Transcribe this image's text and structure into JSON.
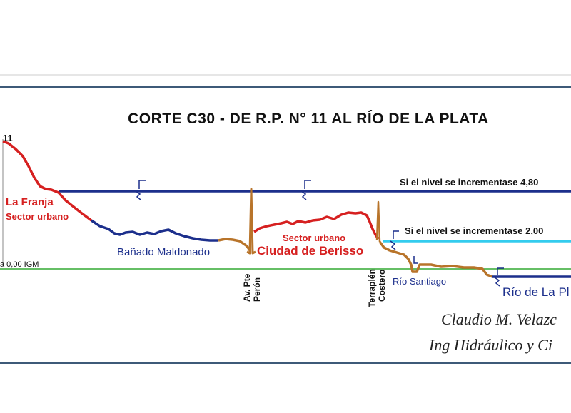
{
  "diagram": {
    "title": "CORTE C30 - DE R.P. N° 11 AL RÍO DE LA PLATA",
    "start_label": "11",
    "datum_label": "a 0,00 IGM",
    "levels": {
      "high": "Si el nivel se incrementase 4,80",
      "medium": "Si el nivel se incrementase 2,00"
    },
    "zones": {
      "la_franja": "La Franja",
      "sector_urbano_left": "Sector urbano",
      "banado": "Bañado Maldonado",
      "sector_urbano_right": "Sector urbano",
      "ciudad": "Ciudad de Berisso",
      "rio_santiago": "Río Santiago",
      "rio_plata": "Río de La Pl"
    },
    "landmarks": {
      "av_line1": "Av. Pte",
      "av_line2": "Perón",
      "terraplen_line1": "Terraplén",
      "terraplen_line2": "Costero"
    },
    "signature": {
      "line1": "Claudio M. Velazc",
      "line2": "Ing Hidráulico y Ci"
    },
    "colors": {
      "terrain_urban": "#d62020",
      "terrain_wetland": "#1c2f8c",
      "terrain_ground": "#b8742a",
      "level_high": "#1c2f8c",
      "level_medium": "#33ccee",
      "datum": "#33aa33"
    }
  }
}
